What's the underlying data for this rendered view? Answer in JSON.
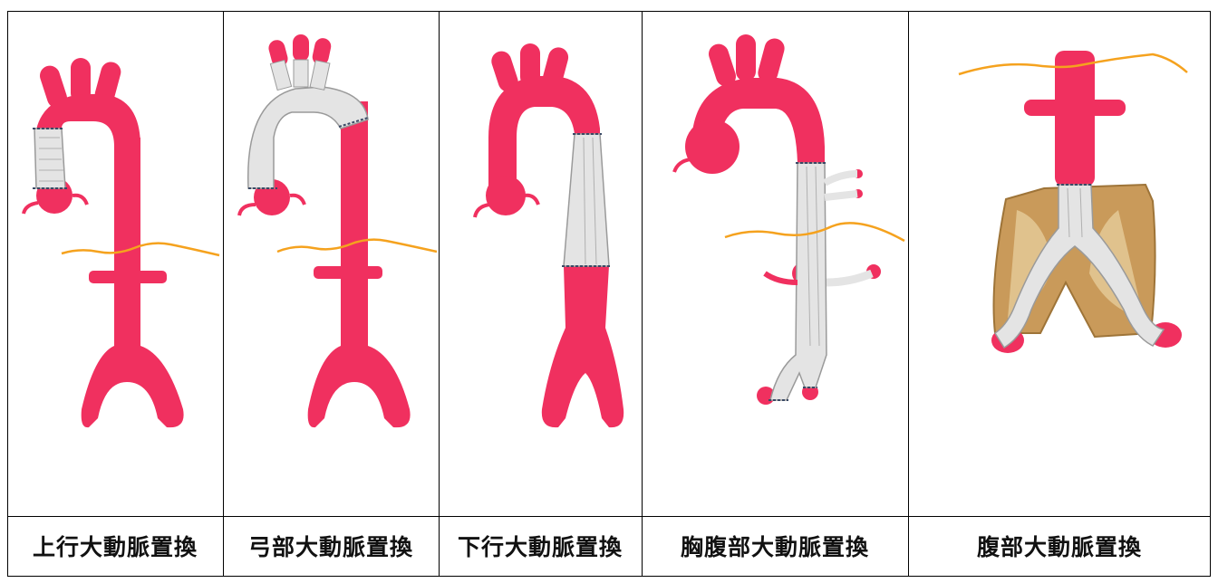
{
  "colors": {
    "aorta": "#f0305f",
    "graft": "#e4e4e4",
    "graft_stroke": "#9a9a9a",
    "suture": "#3a4a66",
    "diaphragm": "#f5a21e",
    "aneurysm_sac": "#c99a5a"
  },
  "panels": [
    {
      "label": "上行大動脈置換",
      "icon": "aorta-ascending-replacement"
    },
    {
      "label": "弓部大動脈置換",
      "icon": "aorta-arch-replacement"
    },
    {
      "label": "下行大動脈置換",
      "icon": "aorta-descending-replacement"
    },
    {
      "label": "胸腹部大動脈置換",
      "icon": "aorta-thoracoabdominal-replacement"
    },
    {
      "label": "腹部大動脈置換",
      "icon": "aorta-abdominal-replacement"
    }
  ]
}
